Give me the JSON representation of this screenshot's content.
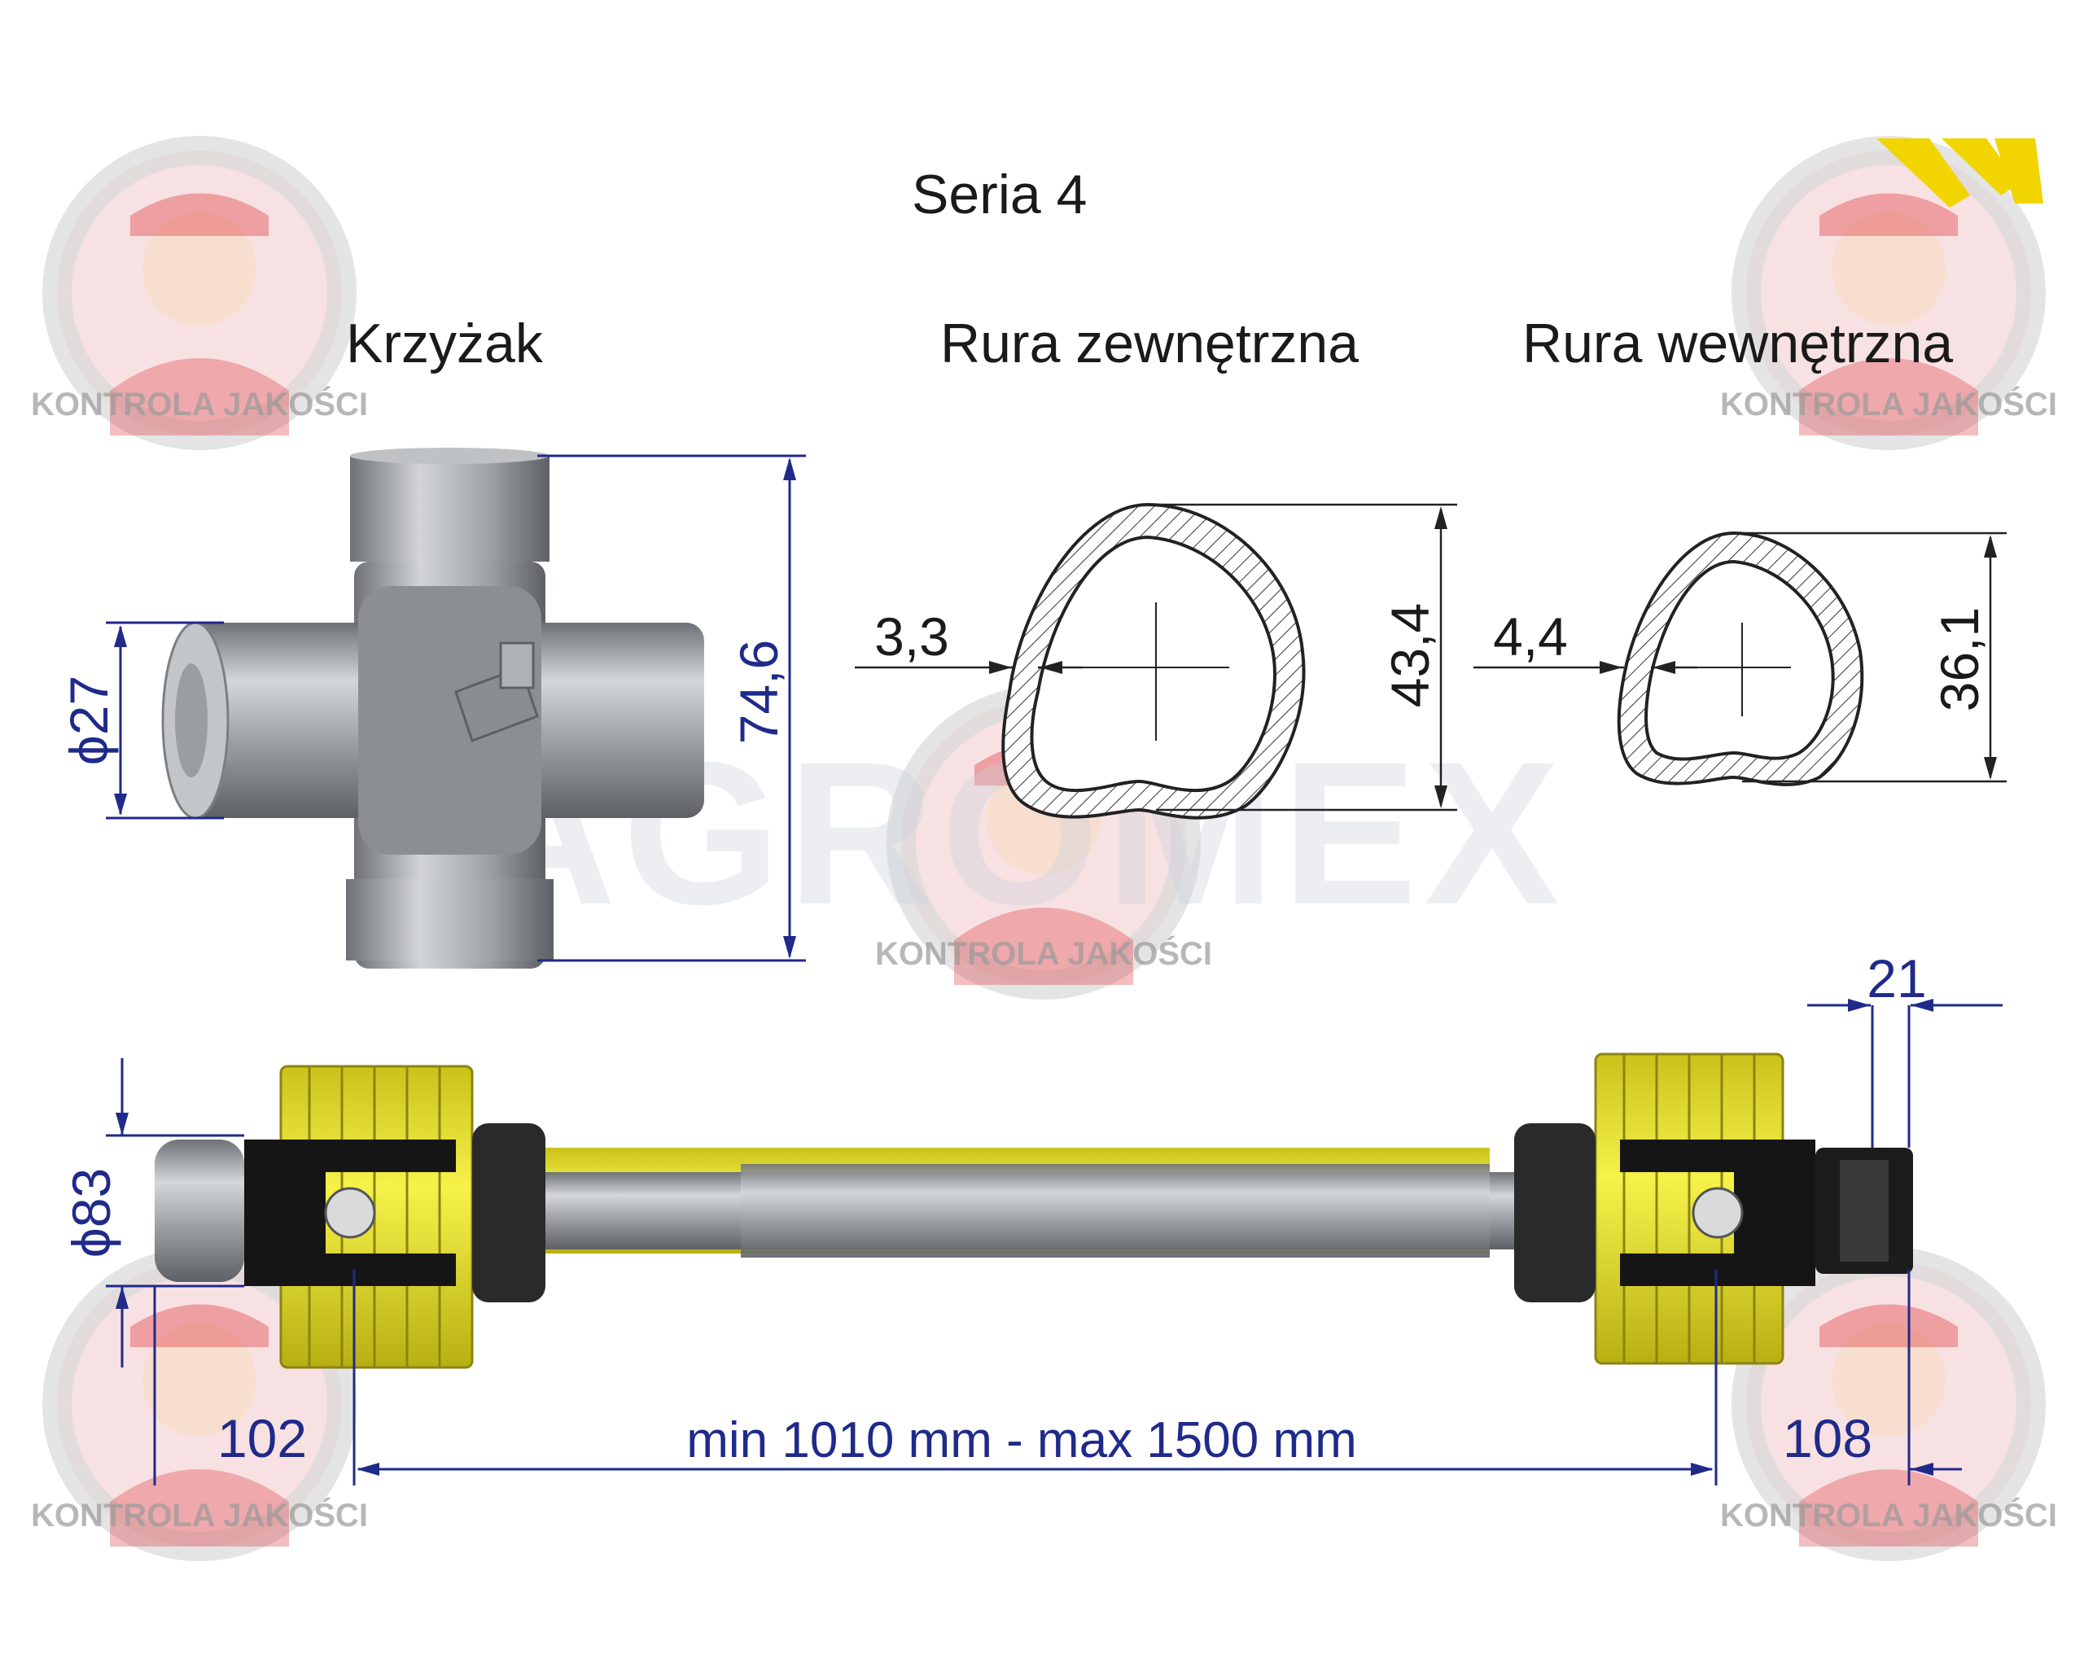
{
  "header": {
    "series_title": "Seria 4"
  },
  "sections": {
    "cross": "Krzyżak",
    "outer_tube": "Rura zewnętrzna",
    "inner_tube": "Rura wewnętrzna"
  },
  "dimensions": {
    "cross_diameter": "ϕ27",
    "cross_height": "74,6",
    "outer_wall": "3,3",
    "outer_height": "43,4",
    "inner_wall": "4,4",
    "inner_height": "36,1",
    "shaft_diameter": "ϕ83",
    "left_yoke_length": "102",
    "right_yoke_length": "108",
    "spline_length": "21",
    "total_length": "min 1010 mm - max 1500 mm"
  },
  "watermarks": {
    "brand": "AGROMEX",
    "quality_stamp": "KONTROLA JAKOŚCI"
  },
  "colors": {
    "dimension": "#1f2a8a",
    "shield_yellow": "#f2ee3a",
    "metal": "#a9adb1",
    "stamp_red": "#d9262c",
    "logo_yellow": "#f1d400"
  }
}
